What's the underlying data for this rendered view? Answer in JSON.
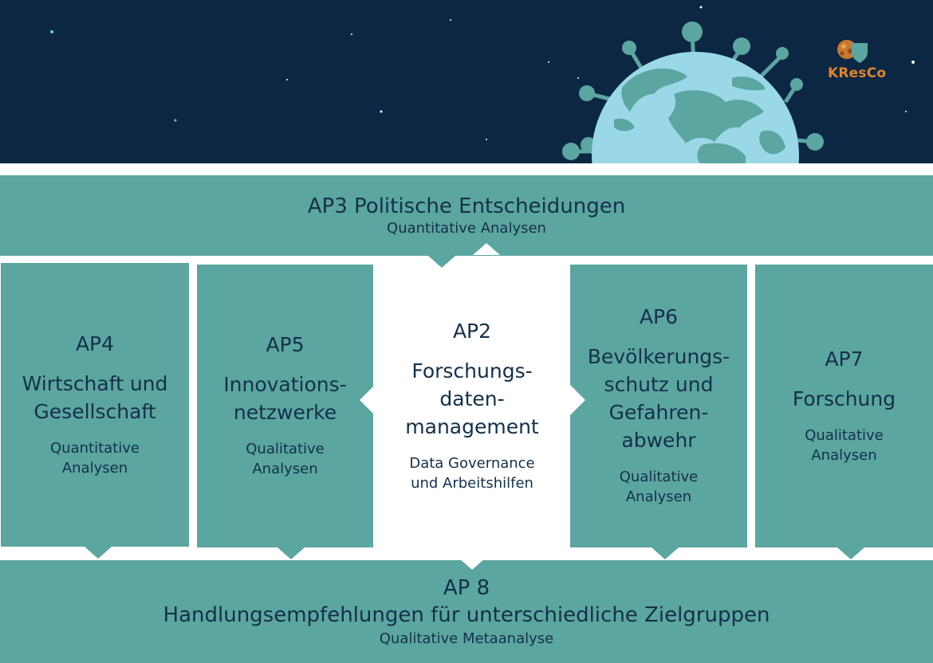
{
  "logo": {
    "text": "KResCo"
  },
  "boxes": {
    "ap3": {
      "title": "AP3 Politische Entscheidungen",
      "sub": "Quantitative Analysen"
    },
    "ap4": {
      "code": "AP4",
      "title": "Wirtschaft und Gesellschaft",
      "sub": "Quantitative Analysen"
    },
    "ap5": {
      "code": "AP5",
      "title": "Innovations-netzwerke",
      "sub": "Qualitative Analysen"
    },
    "ap2": {
      "code": "AP2",
      "title": "Forschungs-daten-management",
      "sub": "Data Governance und Arbeitshilfen"
    },
    "ap6": {
      "code": "AP6",
      "title": "Bevölkerungs-schutz und Gefahren-abwehr",
      "sub": "Qualitative Analysen"
    },
    "ap7": {
      "code": "AP7",
      "title": "Forschung",
      "sub": "Qualitative Analysen"
    },
    "ap8": {
      "code": "AP 8",
      "title": "Handlungsempfehlungen für unterschiedliche Zielgruppen",
      "sub": "Qualitative Metaanalyse"
    }
  },
  "colors": {
    "header_bg": "#0c2744",
    "box_fill": "#5ba6a0",
    "text": "#14304a",
    "globe_ocean": "#9ad8e8",
    "globe_land": "#5ba6a0",
    "logo_orange": "#e0842d"
  }
}
